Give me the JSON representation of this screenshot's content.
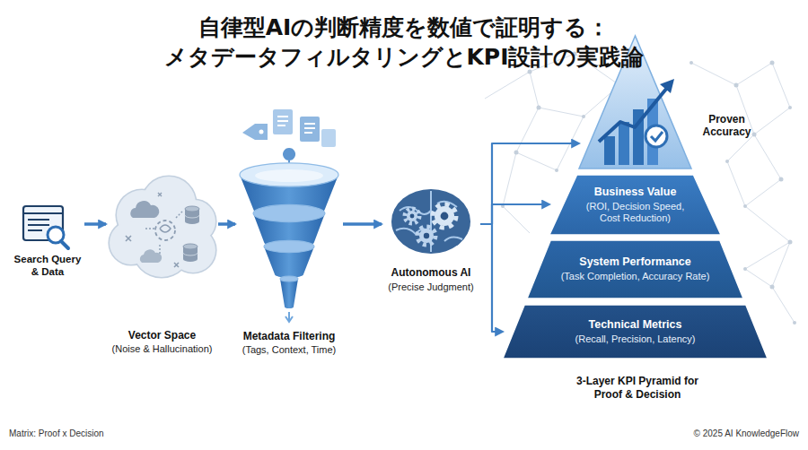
{
  "diagram": {
    "title": "自律型AIの判断精度を数値で証明する： メタデータフィルタリングとKPI設計の実践論",
    "nodes": [
      {
        "text": [
          "Search Query & Data"
        ]
      },
      {
        "text": [
          "Vector Space",
          "(Noise & Hallucination)"
        ]
      },
      {
        "text": [
          "Metadata Filtering",
          "(Tags, Context, Time)"
        ]
      },
      {
        "text": [
          "Autonomous AI",
          "(Precise Judgment)"
        ]
      },
      {
        "text": [
          "Proven Accuracy"
        ]
      },
      {
        "text": [
          "Business Value",
          "(ROI, Decision Speed, Cost Reduction)"
        ]
      },
      {
        "text": [
          "System Performance",
          "(Task Completion, Accuracy Rate)"
        ]
      },
      {
        "text": [
          "Technical Metrics",
          "(Recall, Precision, Latency)"
        ]
      }
    ],
    "edges": [
      {
        "from": 0,
        "to": 1,
        "arrow": "to"
      },
      {
        "from": 1,
        "to": 2,
        "arrow": "to"
      },
      {
        "from": 2,
        "to": 3,
        "arrow": "to"
      },
      {
        "from": 3,
        "to": 4,
        "arrow": "to"
      },
      {
        "from": 3,
        "to": 5,
        "arrow": "to"
      },
      {
        "from": 3,
        "to": 7,
        "arrow": "to"
      }
    ],
    "labels": [
      "3-Layer KPI Pyramid for Proof & Decision",
      "Matrix: Proof x Decision",
      "© 2025 AI KnowledgeFlow"
    ]
  }
}
